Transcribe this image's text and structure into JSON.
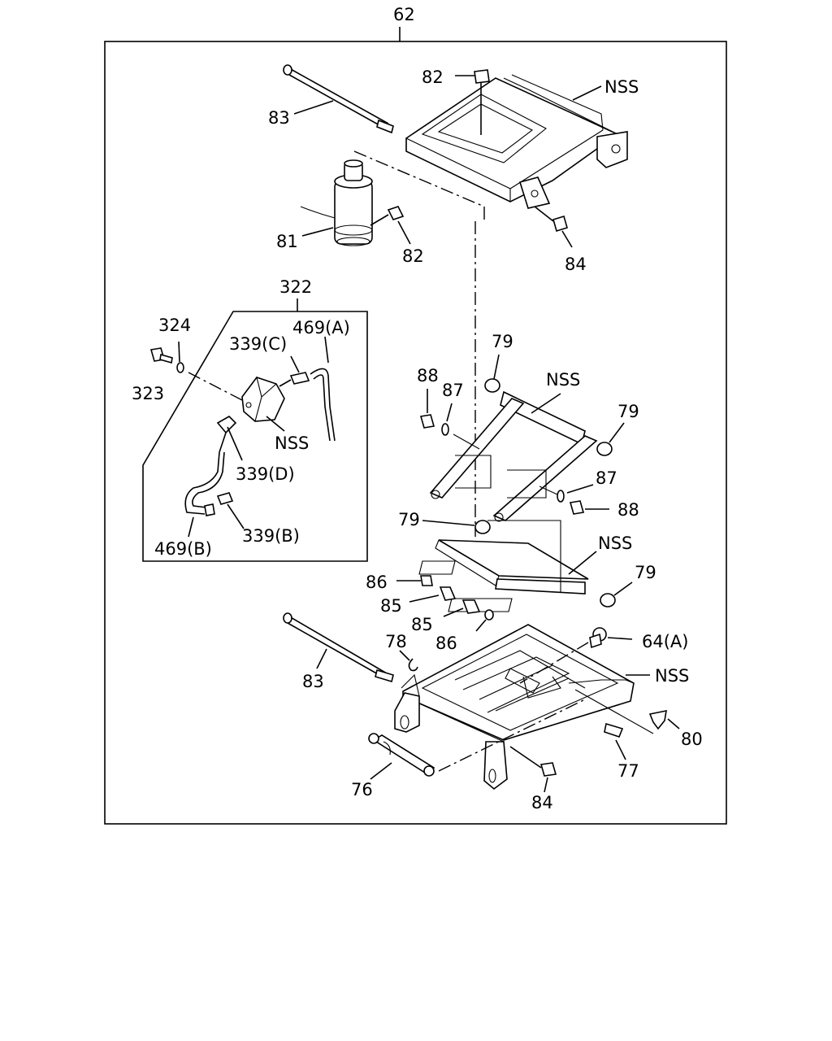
{
  "diagram": {
    "assembly_number": "62",
    "subassembly_number": "322",
    "labels": {
      "p82_top": "82",
      "p83_top": "83",
      "nss_top": "NSS",
      "p81": "81",
      "p82_mid": "82",
      "p84_top": "84",
      "p324": "324",
      "p323": "323",
      "p339c": "339(C)",
      "p469a": "469(A)",
      "nss_valve": "NSS",
      "p339d": "339(D)",
      "p339b": "339(B)",
      "p469b": "469(B)",
      "p79_a": "79",
      "p88_a": "88",
      "p87_a": "87",
      "nss_scissor": "NSS",
      "p79_b": "79",
      "p87_b": "87",
      "p88_b": "88",
      "p79_c": "79",
      "nss_lower_link": "NSS",
      "p79_d": "79",
      "p86_a": "86",
      "p85_a": "85",
      "p85_b": "85",
      "p86_b": "86",
      "p78": "78",
      "p64a": "64(A)",
      "p83_bottom": "83",
      "nss_base": "NSS",
      "p80": "80",
      "p77": "77",
      "p76": "76",
      "p84_bottom": "84"
    }
  }
}
